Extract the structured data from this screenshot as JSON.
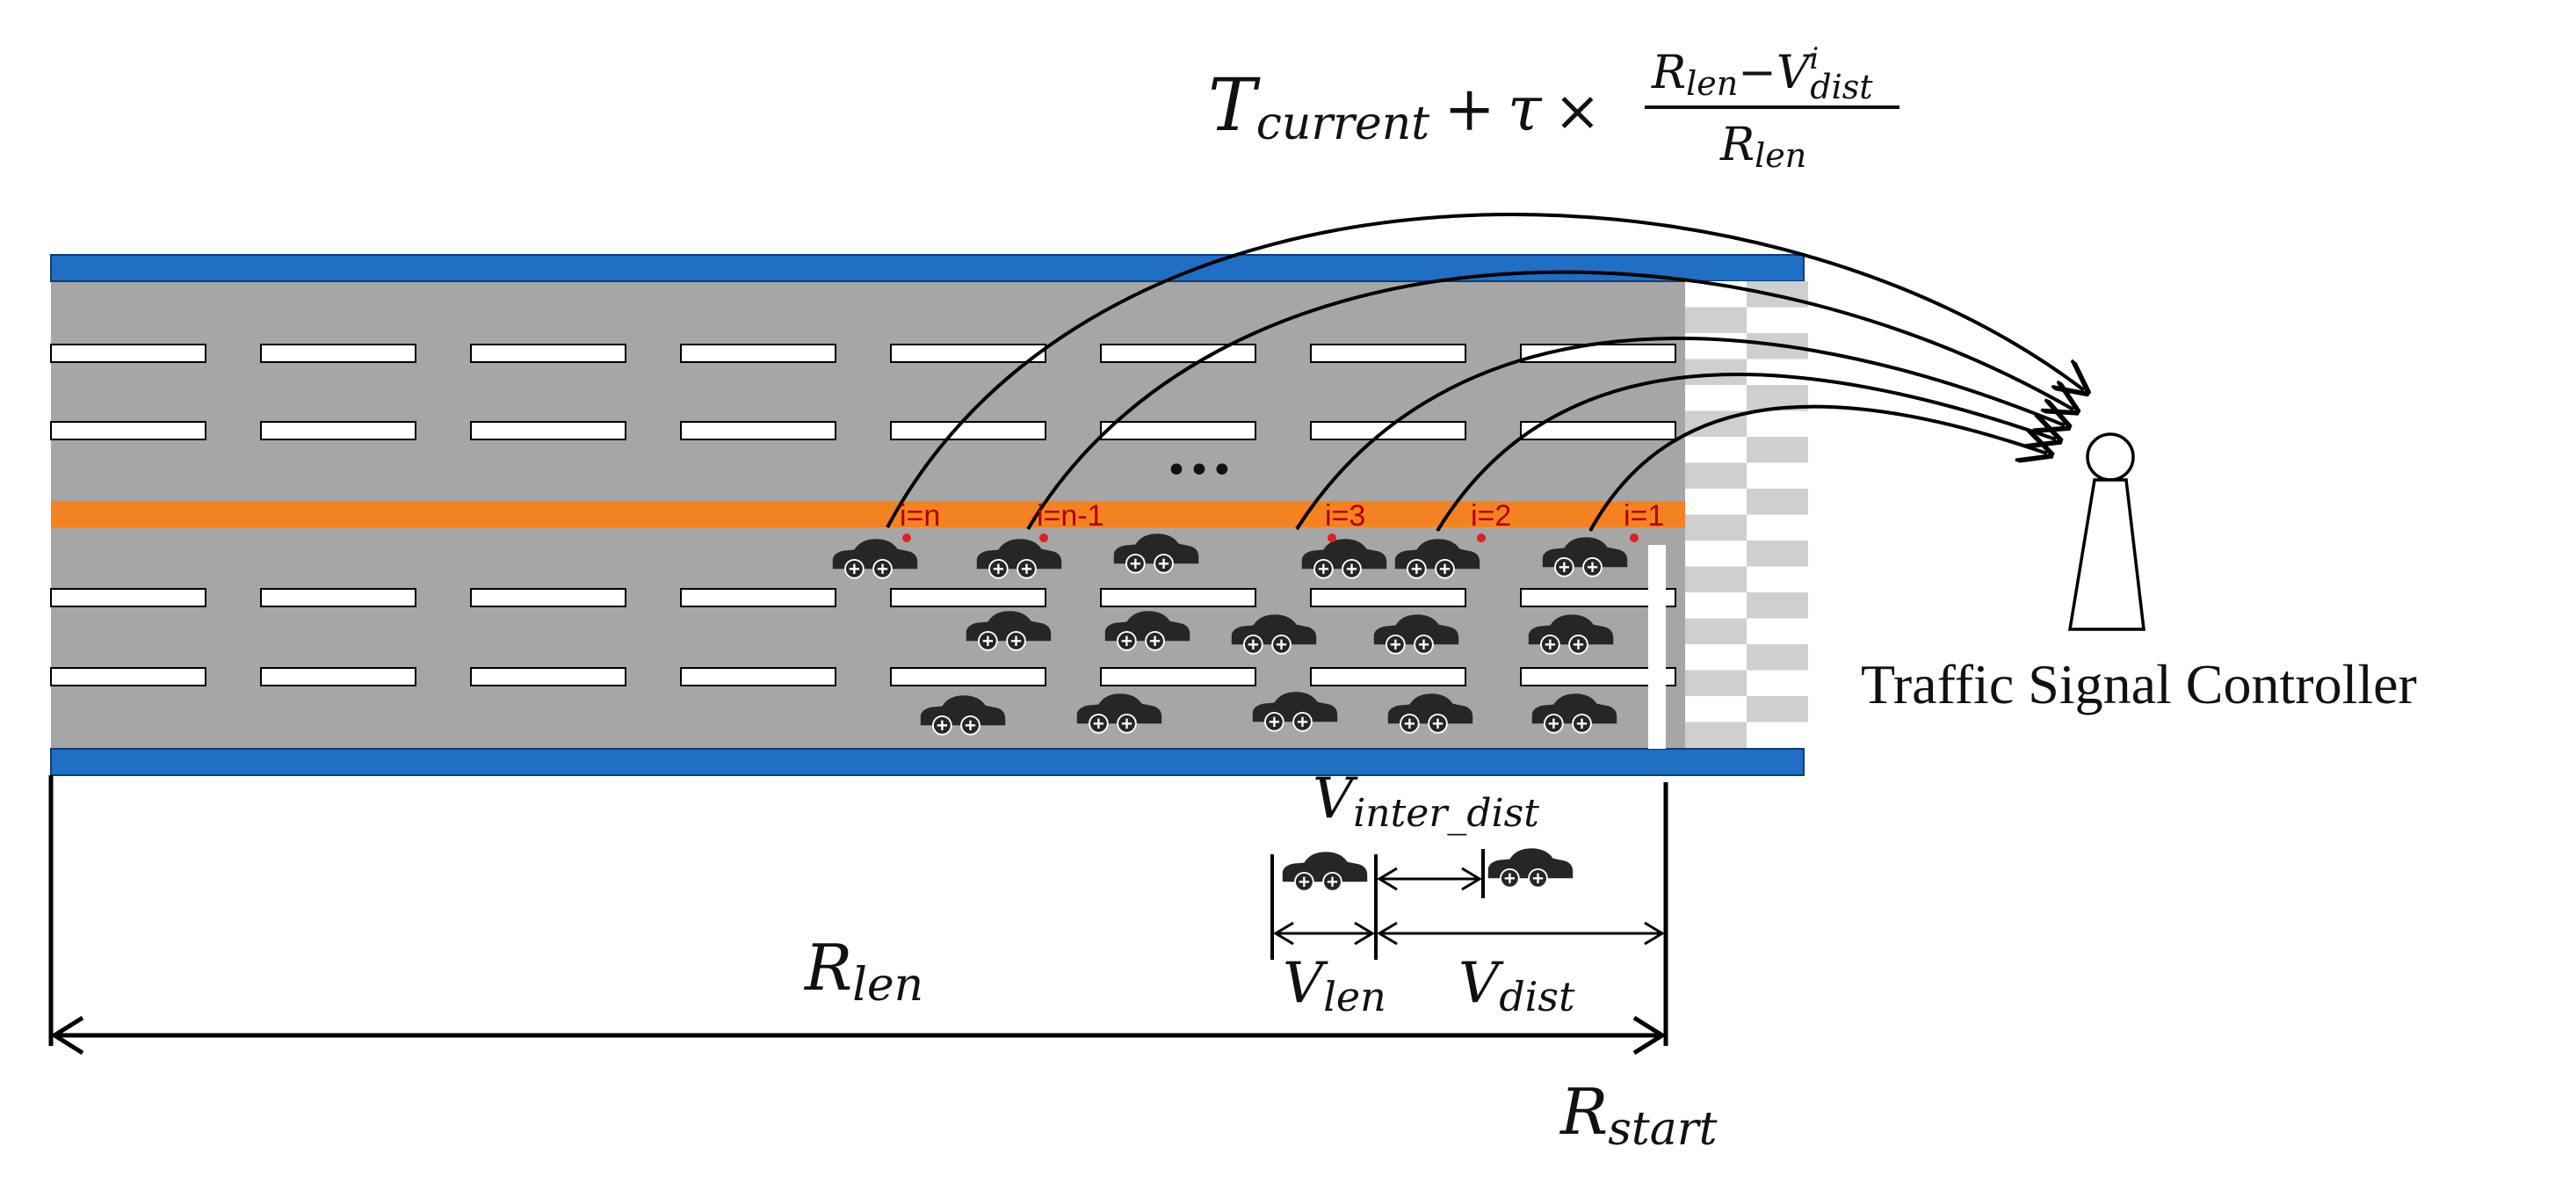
{
  "formula": {
    "t": "T",
    "current": "current",
    "plus": "+",
    "tau": "τ",
    "times": "×",
    "num_r": "R",
    "num_len": "len",
    "num_minus": "−",
    "num_v": "V",
    "num_i": "i",
    "num_dist": "dist",
    "den_r": "R",
    "den_len": "len"
  },
  "car_labels": [
    "i=n",
    "i=n-1",
    "i=3",
    "i=2",
    "i=1"
  ],
  "ellipsis": "•••",
  "controller_label": "Traffic Signal Controller",
  "dimensions": {
    "r_len": {
      "main": "R",
      "sub": "len"
    },
    "r_start": {
      "main": "R",
      "sub": "start"
    },
    "v_inter": {
      "main": "V",
      "sub": "inter_dist"
    },
    "v_len": {
      "main": "V",
      "sub": "len"
    },
    "v_dist": {
      "main": "V",
      "sub": "dist"
    }
  },
  "colors": {
    "road": "#a6a6a6",
    "edge": "#1f6fc4",
    "median": "#f58220",
    "car": "#262626",
    "marking": "#ffffff"
  }
}
